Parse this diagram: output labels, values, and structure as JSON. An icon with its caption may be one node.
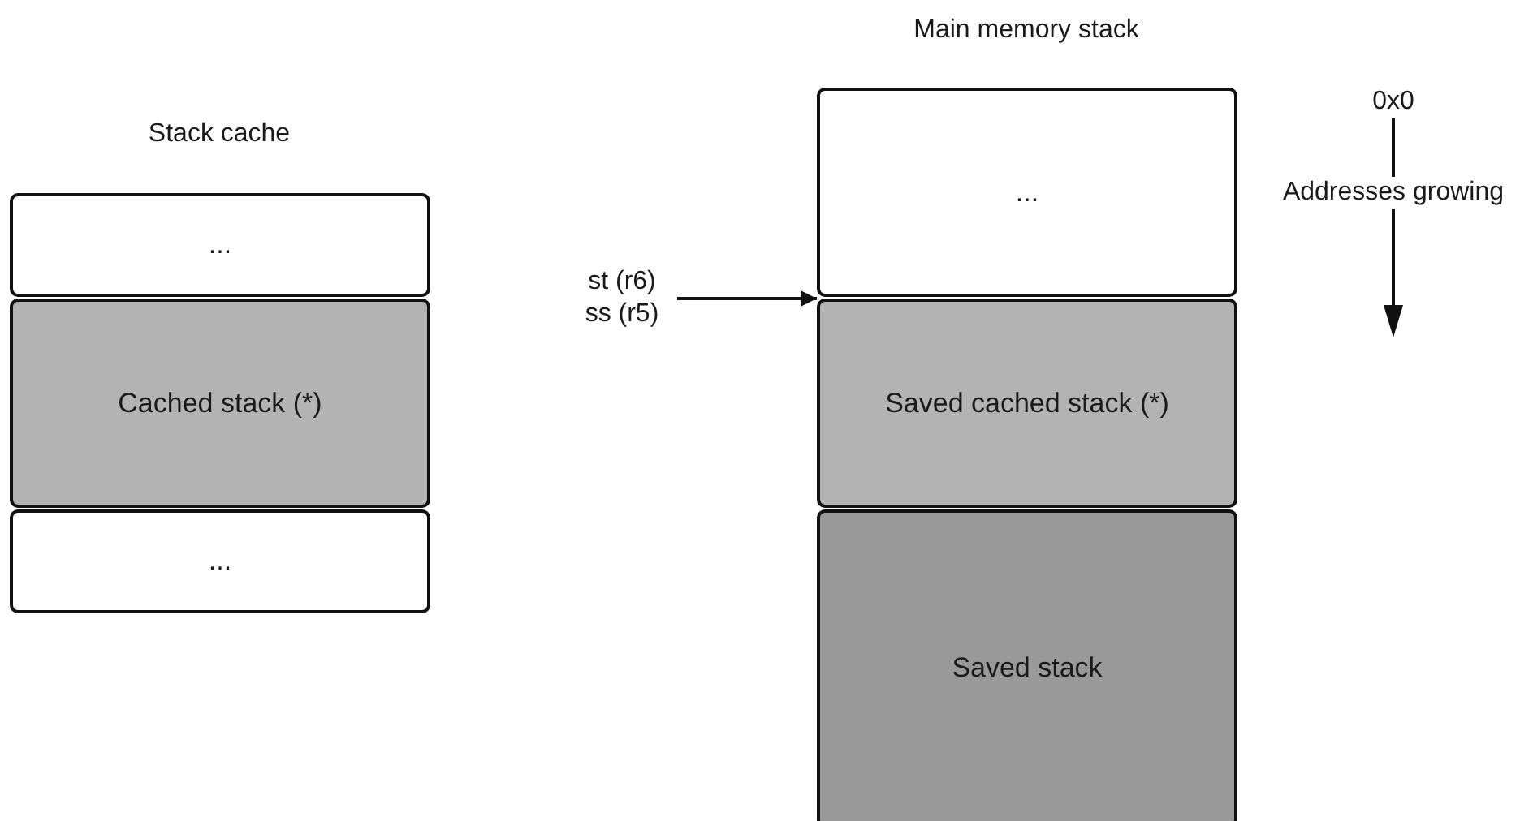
{
  "diagram": {
    "nodes": [
      {
        "text": [
          "..."
        ]
      },
      {
        "text": [
          "Cached stack (*)"
        ]
      },
      {
        "text": [
          "..."
        ]
      },
      {
        "text": [
          "st (r6) ss (r5)"
        ]
      },
      {
        "text": [
          "..."
        ]
      },
      {
        "text": [
          "Saved cached stack (*)"
        ]
      },
      {
        "text": [
          "Saved stack"
        ]
      }
    ],
    "edges": [
      {
        "from": 3,
        "to": 5,
        "arrow": "to"
      }
    ],
    "labels": [
      "Main memory stack",
      "0x0",
      "Stack cache",
      "Addresses growing"
    ]
  }
}
